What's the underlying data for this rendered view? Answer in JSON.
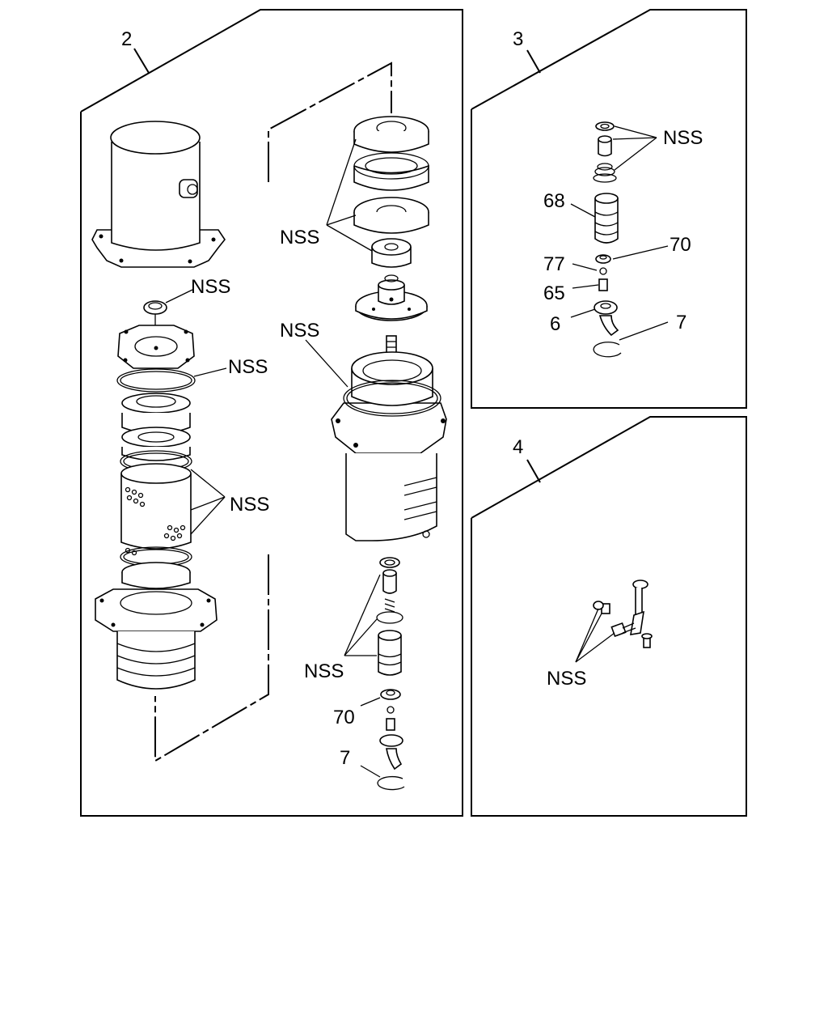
{
  "panels": {
    "p2": {
      "number": "2"
    },
    "p3": {
      "number": "3"
    },
    "p4": {
      "number": "4"
    }
  },
  "callouts": {
    "p2_nss_top_stack": "NSS",
    "p2_nss_plug": "NSS",
    "p2_nss_seal_ring": "NSS",
    "p2_nss_filter_parts": "NSS",
    "p2_nss_housing_ring": "NSS",
    "p2_nss_valve_parts": "NSS",
    "p2_ref_70": "70",
    "p2_ref_7": "7",
    "p3_nss": "NSS",
    "p3_ref_68": "68",
    "p3_ref_70": "70",
    "p3_ref_77": "77",
    "p3_ref_65": "65",
    "p3_ref_6": "6",
    "p3_ref_7": "7",
    "p4_nss": "NSS"
  }
}
